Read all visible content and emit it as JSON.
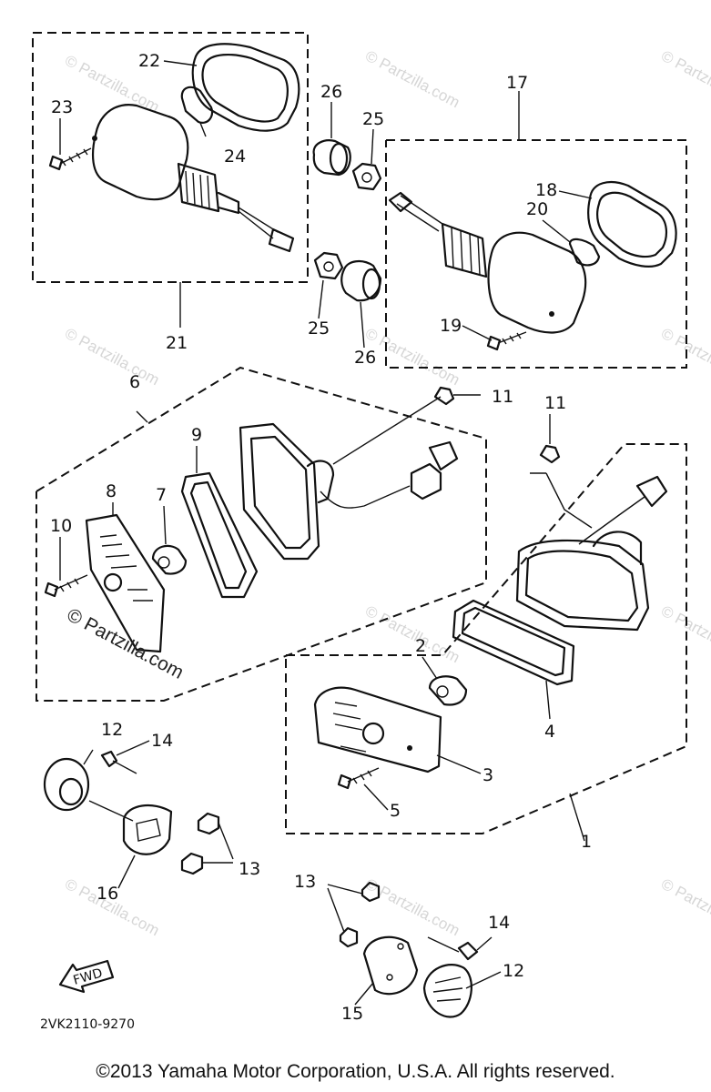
{
  "callouts": {
    "c1": "1",
    "c2": "2",
    "c3": "3",
    "c4": "4",
    "c5": "5",
    "c6": "6",
    "c7": "7",
    "c8": "8",
    "c9": "9",
    "c10": "10",
    "c11a": "11",
    "c11b": "11",
    "c12a": "12",
    "c12b": "12",
    "c13a": "13",
    "c13b": "13",
    "c14a": "14",
    "c14b": "14",
    "c15": "15",
    "c16": "16",
    "c17": "17",
    "c18": "18",
    "c19": "19",
    "c20": "20",
    "c21": "21",
    "c22": "22",
    "c23": "23",
    "c24": "24",
    "c25a": "25",
    "c25b": "25",
    "c26a": "26",
    "c26b": "26"
  },
  "diagram_code": "2VK2110-9270",
  "fwd_label": "FWD",
  "watermark": "© Partzilla.com",
  "copyright": "©2013 Yamaha Motor Corporation, U.S.A. All rights reserved.",
  "colors": {
    "ink": "#111111",
    "watermark": "#d6d6d6",
    "background": "#ffffff"
  }
}
